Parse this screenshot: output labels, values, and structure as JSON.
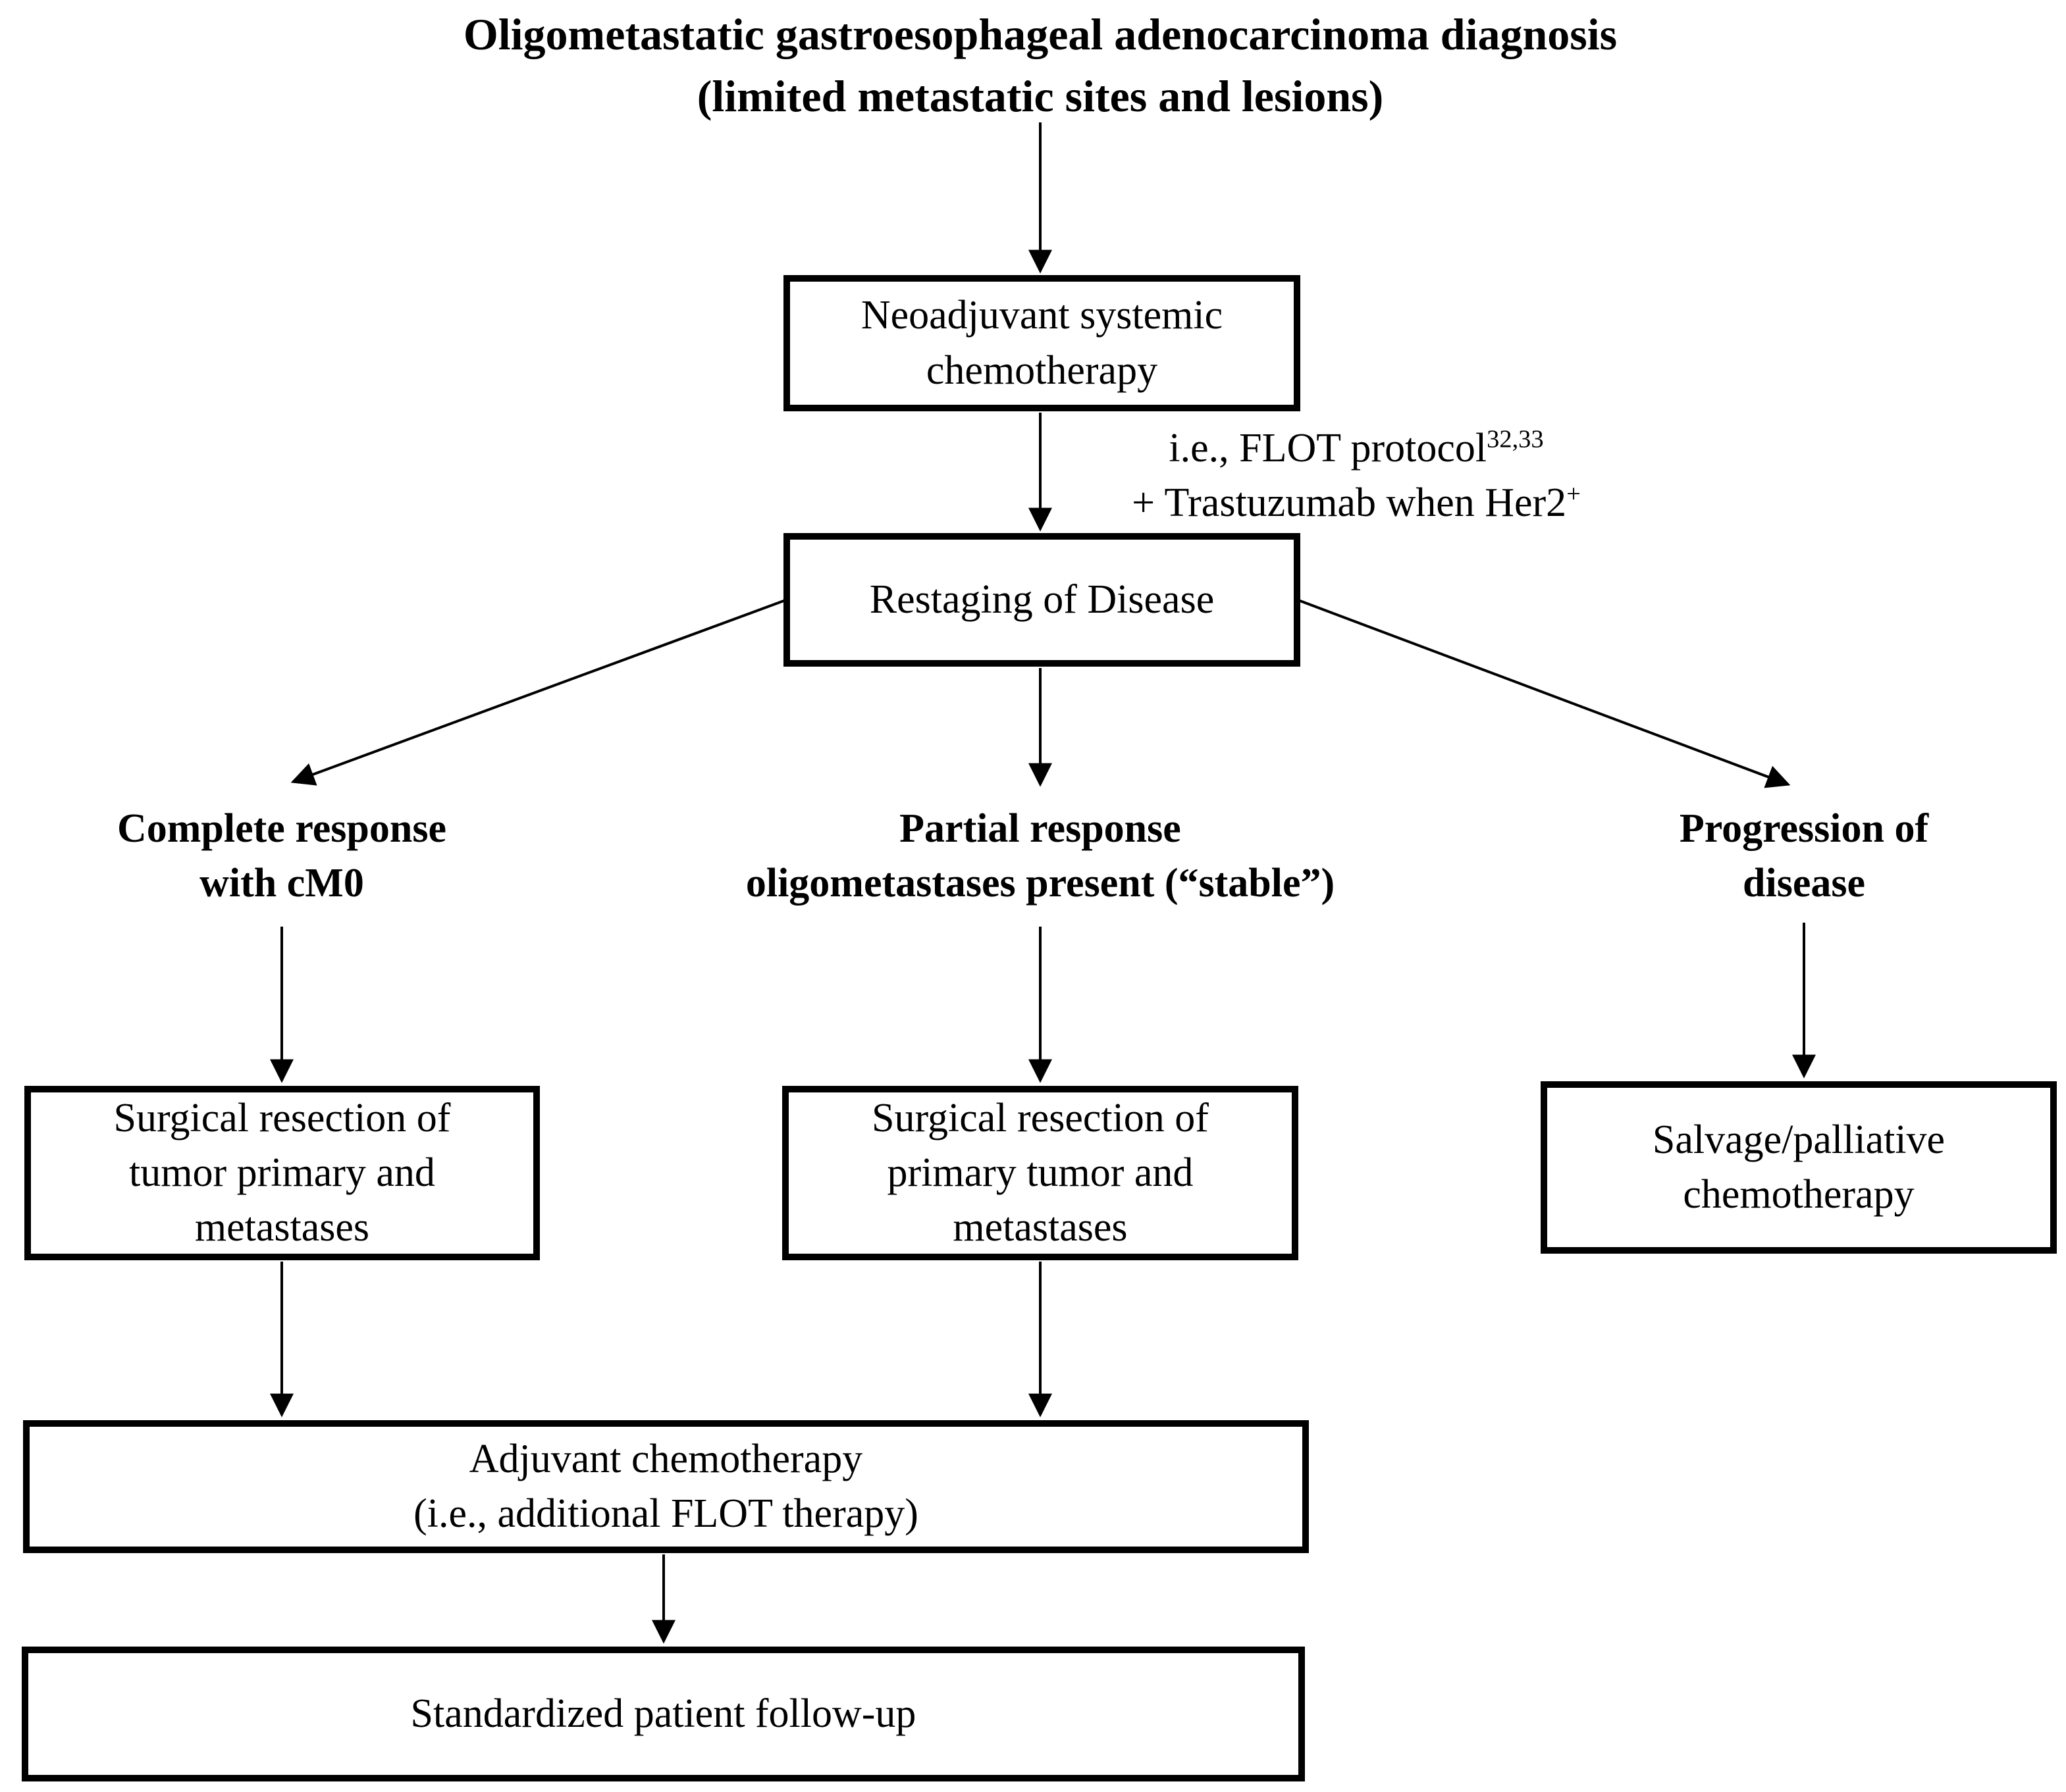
{
  "colors": {
    "ink": "#000000",
    "background": "#ffffff"
  },
  "title": {
    "line1": "Oligometastatic gastroesophageal adenocarcinoma diagnosis",
    "line2": "(limited metastatic sites and lesions)"
  },
  "annotation": {
    "line1_text": "i.e., FLOT protocol",
    "line1_sup": "32,33",
    "line2_text": "+ Trastuzumab when Her2",
    "line2_sup": "+"
  },
  "nodes": {
    "neoadjuvant": {
      "lines": [
        "Neoadjuvant systemic",
        "chemotherapy"
      ]
    },
    "restaging": {
      "lines": [
        "Restaging of Disease"
      ]
    },
    "surgical_left": {
      "lines": [
        "Surgical resection of",
        "tumor primary and",
        "metastases"
      ]
    },
    "surgical_mid": {
      "lines": [
        "Surgical resection of",
        "primary tumor and",
        "metastases"
      ]
    },
    "salvage": {
      "lines": [
        "Salvage/palliative",
        "chemotherapy"
      ]
    },
    "adjuvant": {
      "lines": [
        "Adjuvant chemotherapy",
        "(i.e., additional FLOT therapy)"
      ]
    },
    "followup": {
      "lines": [
        "Standardized patient follow-up"
      ]
    }
  },
  "branches": {
    "complete_response": {
      "lines": [
        "Complete response",
        "with cM0"
      ]
    },
    "partial_response": {
      "lines": [
        "Partial response",
        "oligometastases present (“stable”)"
      ]
    },
    "progression": {
      "lines": [
        "Progression of",
        "disease"
      ]
    }
  }
}
